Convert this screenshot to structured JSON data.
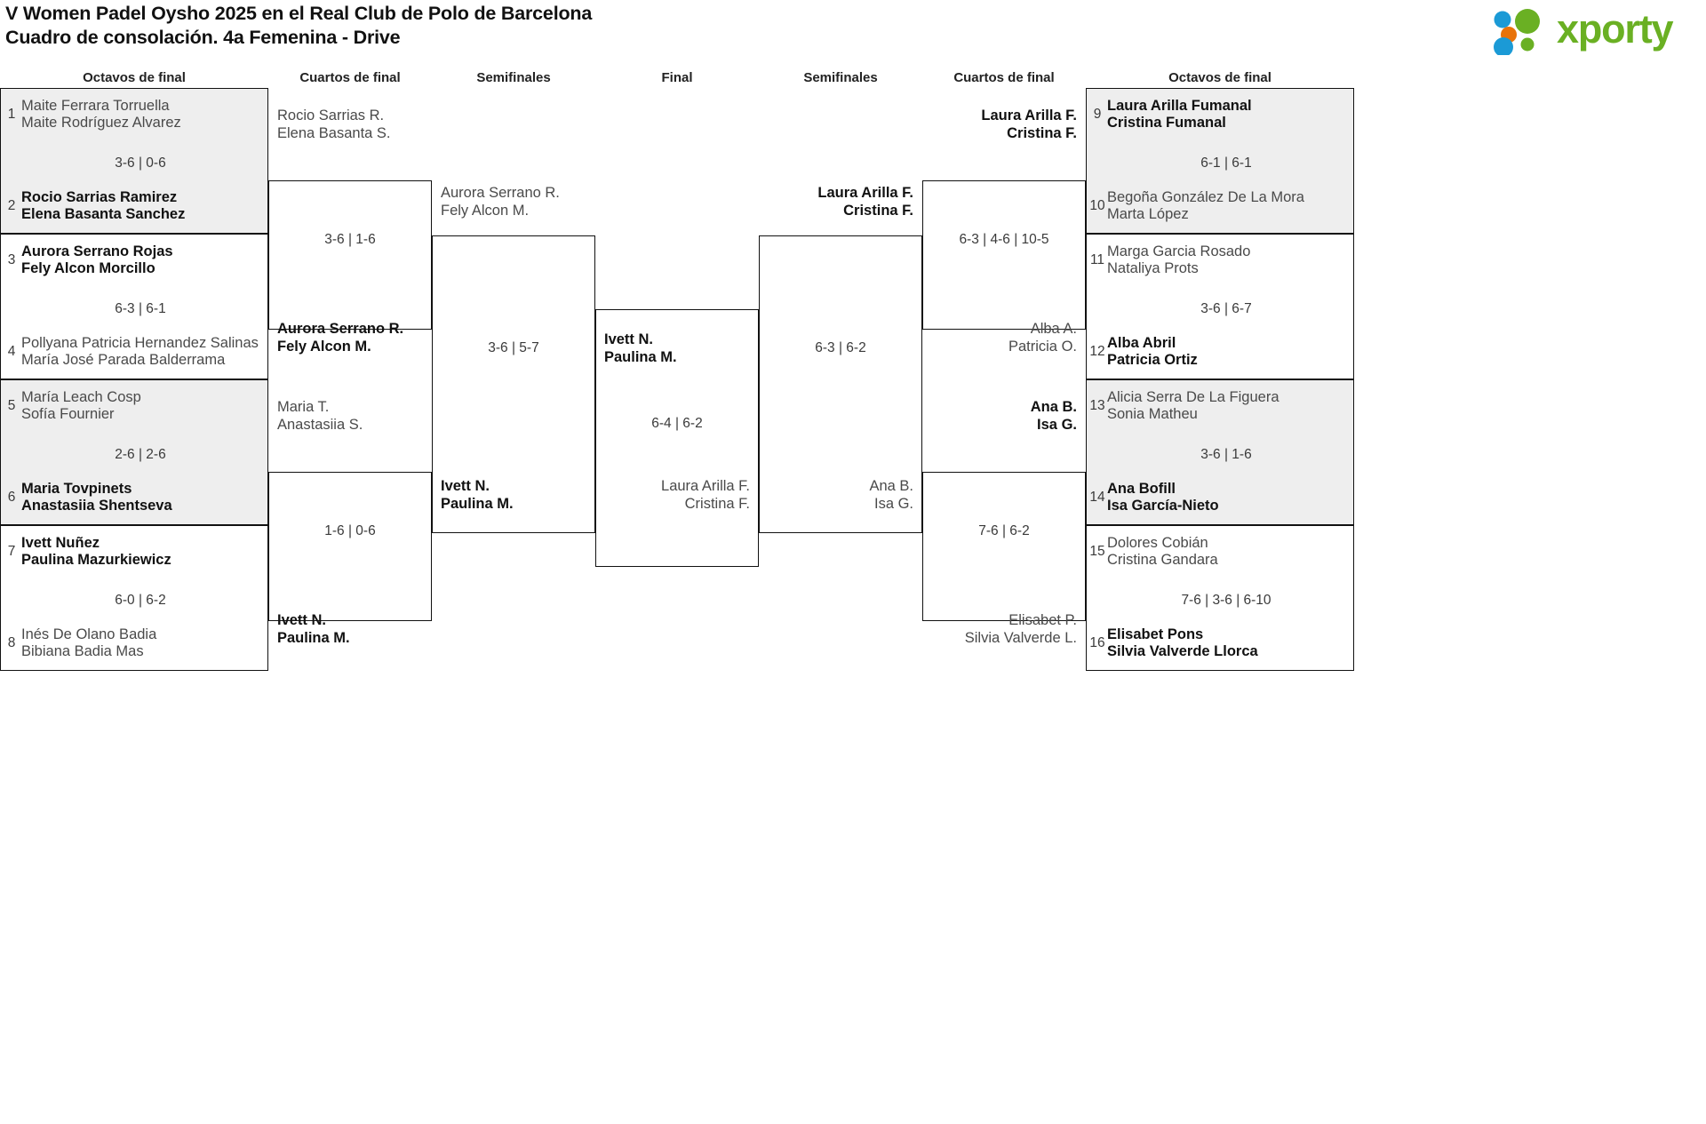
{
  "header": {
    "title_line1": "V Women Padel Oysho 2025 en el Real Club de Polo de Barcelona",
    "title_line2": "Cuadro de consolación. 4a Femenina - Drive",
    "logo_text": "xporty",
    "logo_colors": {
      "green": "#6ab023",
      "blue": "#1b9ad6",
      "orange": "#e8730a"
    }
  },
  "round_labels": {
    "left_octavos": "Octavos de final",
    "left_cuartos": "Cuartos de final",
    "left_semis": "Semifinales",
    "final": "Final",
    "right_semis": "Semifinales",
    "right_cuartos": "Cuartos de final",
    "right_octavos": "Octavos de final"
  },
  "left_octavos": [
    {
      "seed_a": "1",
      "a1": "Maite Ferrara Torruella",
      "a2": "Maite Rodríguez Alvarez",
      "score": "3-6 | 0-6",
      "seed_b": "2",
      "b1": "Rocio Sarrias Ramirez",
      "b2": "Elena Basanta Sanchez",
      "winner": "b",
      "shaded": true
    },
    {
      "seed_a": "3",
      "a1": "Aurora Serrano Rojas",
      "a2": "Fely Alcon Morcillo",
      "score": "6-3 | 6-1",
      "seed_b": "4",
      "b1": "Pollyana Patricia Hernandez Salinas",
      "b2": "María José Parada Balderrama",
      "winner": "a",
      "shaded": false
    },
    {
      "seed_a": "5",
      "a1": "María Leach Cosp",
      "a2": "Sofía Fournier",
      "score": "2-6 | 2-6",
      "seed_b": "6",
      "b1": "Maria Tovpinets",
      "b2": "Anastasiia Shentseva",
      "winner": "b",
      "shaded": true
    },
    {
      "seed_a": "7",
      "a1": "Ivett Nuñez",
      "a2": "Paulina Mazurkiewicz",
      "score": "6-0 | 6-2",
      "seed_b": "8",
      "b1": "Inés De Olano Badia",
      "b2": "Bibiana Badia Mas",
      "winner": "a",
      "shaded": false
    }
  ],
  "left_cuartos": [
    {
      "a1": "Rocio Sarrias R.",
      "a2": "Elena Basanta S.",
      "score": "3-6 | 1-6",
      "b1": "Aurora Serrano R.",
      "b2": "Fely Alcon M.",
      "winner": "b"
    },
    {
      "a1": "Maria T.",
      "a2": "Anastasiia S.",
      "score": "1-6 | 0-6",
      "b1": "Ivett N.",
      "b2": "Paulina M.",
      "winner": "b"
    }
  ],
  "left_semis": [
    {
      "a1": "Aurora Serrano R.",
      "a2": "Fely Alcon M.",
      "score": "3-6 | 5-7",
      "b1": "Ivett N.",
      "b2": "Paulina M.",
      "winner": "b"
    }
  ],
  "final": {
    "a1": "Ivett N.",
    "a2": "Paulina M.",
    "score": "6-4 | 6-2",
    "b1": "Laura Arilla F.",
    "b2": "Cristina F.",
    "winner": "a"
  },
  "right_semis": [
    {
      "a1": "Laura Arilla F.",
      "a2": "Cristina F.",
      "score": "6-3 | 6-2",
      "b1": "Ana B.",
      "b2": "Isa G.",
      "winner": "a"
    }
  ],
  "right_cuartos": [
    {
      "a1": "Laura Arilla F.",
      "a2": "Cristina F.",
      "score": "6-3 | 4-6 | 10-5",
      "b1": "Alba A.",
      "b2": "Patricia O.",
      "winner": "a"
    },
    {
      "a1": "Ana B.",
      "a2": "Isa G.",
      "score": "7-6 | 6-2",
      "b1": "Elisabet P.",
      "b2": "Silvia Valverde L.",
      "winner": "a"
    }
  ],
  "right_octavos": [
    {
      "seed_a": "9",
      "a1": "Laura Arilla Fumanal",
      "a2": "Cristina Fumanal",
      "score": "6-1 | 6-1",
      "seed_b": "10",
      "b1": "Begoña González De La Mora",
      "b2": "Marta López",
      "winner": "a",
      "shaded": true
    },
    {
      "seed_a": "11",
      "a1": "Marga Garcia Rosado",
      "a2": "Nataliya Prots",
      "score": "3-6 | 6-7",
      "seed_b": "12",
      "b1": "Alba Abril",
      "b2": "Patricia Ortiz",
      "winner": "b",
      "shaded": false
    },
    {
      "seed_a": "13",
      "a1": "Alicia Serra De La Figuera",
      "a2": "Sonia Matheu",
      "score": "3-6 | 1-6",
      "seed_b": "14",
      "b1": "Ana Bofill",
      "b2": "Isa García-Nieto",
      "winner": "b",
      "shaded": true
    },
    {
      "seed_a": "15",
      "a1": "Dolores Cobián",
      "a2": "Cristina Gandara",
      "score": "7-6 | 3-6 | 6-10",
      "seed_b": "16",
      "b1": "Elisabet Pons",
      "b2": "Silvia Valverde Llorca",
      "winner": "b",
      "shaded": false
    }
  ]
}
